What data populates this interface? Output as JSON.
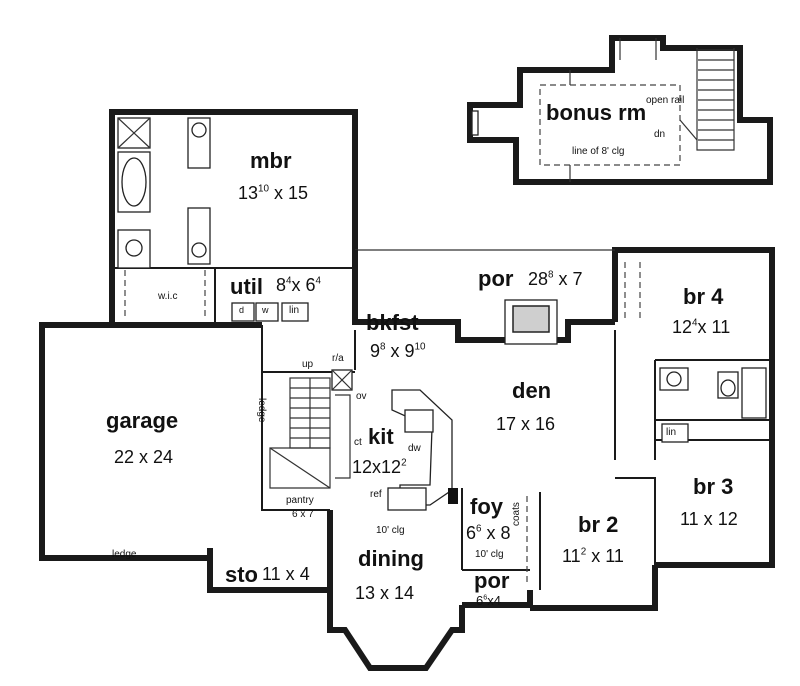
{
  "rooms": {
    "mbr": {
      "name": "mbr",
      "w": "13",
      "wsup": "10",
      "x": " x ",
      "h": "15",
      "hsup": ""
    },
    "util": {
      "name": "util",
      "w": "8",
      "wsup": "4",
      "x": "x ",
      "h": "6",
      "hsup": "4"
    },
    "bkfst": {
      "name": "bkfst",
      "w": "9",
      "wsup": "8",
      "x": " x ",
      "h": "9",
      "hsup": "10"
    },
    "por_top": {
      "name": "por",
      "w": "28",
      "wsup": "8",
      "x": " x ",
      "h": "7",
      "hsup": ""
    },
    "br4": {
      "name": "br 4",
      "w": "12",
      "wsup": "4",
      "x": "x ",
      "h": "11",
      "hsup": ""
    },
    "garage": {
      "name": "garage",
      "dims": "22 x 24"
    },
    "den": {
      "name": "den",
      "dims": "17 x 16"
    },
    "kit": {
      "name": "kit",
      "w": "12",
      "wsup": "",
      "x": "x",
      "h": "12",
      "hsup": "2"
    },
    "br3": {
      "name": "br 3",
      "dims": "11 x 12"
    },
    "foy": {
      "name": "foy",
      "w": "6",
      "wsup": "6",
      "x": " x ",
      "h": "8",
      "hsup": ""
    },
    "br2": {
      "name": "br 2",
      "w": "11",
      "wsup": "2",
      "x": " x ",
      "h": "11",
      "hsup": ""
    },
    "dining": {
      "name": "dining",
      "dims": "13 x 14"
    },
    "sto": {
      "name": "sto",
      "dims": "11 x 4"
    },
    "por_bot": {
      "name": "por",
      "w": "6",
      "wsup": "6",
      "x": "x",
      "h": "4",
      "hsup": ""
    },
    "bonus": {
      "name": "bonus rm"
    },
    "pantry": {
      "name": "pantry",
      "dims": "6 x 7"
    }
  },
  "notes": {
    "wic": "w.i.c",
    "d": "d",
    "w": "w",
    "lin_util": "lin",
    "lin_bath": "lin",
    "up": "up",
    "ra": "r/a",
    "ov": "ov",
    "ct": "ct",
    "dw": "dw",
    "ref": "ref",
    "ledge_side": "ledge",
    "ledge_bottom": "ledge",
    "clg_dining": "10' clg",
    "clg_foy": "10' clg",
    "coats": "coats",
    "open_rail": "open rail",
    "dn": "dn",
    "line_clg": "line of 8' clg"
  }
}
